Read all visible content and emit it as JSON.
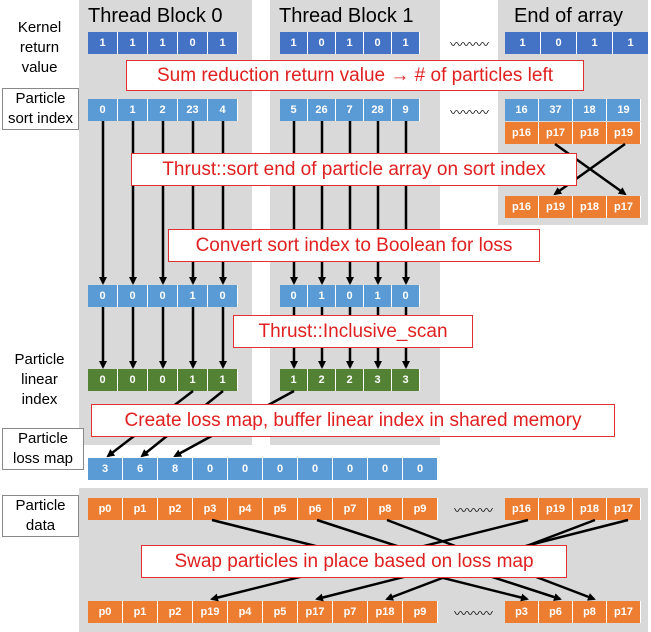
{
  "headers": {
    "block0": "Thread Block 0",
    "block1": "Thread Block 1",
    "end": "End of array"
  },
  "labels": {
    "kernel_return": "Kernel\nreturn\nvalue",
    "particle_sort_index": "Particle\nsort index",
    "particle_linear_index": "Particle\nlinear\nindex",
    "particle_loss_map": "Particle\nloss map",
    "particle_data": "Particle\ndata"
  },
  "notes": {
    "sum_reduction": "Sum reduction return value → # of particles left",
    "thrust_sort": "Thrust::sort end of particle array on sort index",
    "convert": "Convert sort index to Boolean for loss",
    "scan": "Thrust::Inclusive_scan",
    "loss_map": "Create loss map, buffer linear index in shared memory",
    "swap": "Swap particles in place based on loss map"
  },
  "rows": {
    "kernel_b0": [
      "1",
      "1",
      "1",
      "0",
      "1"
    ],
    "kernel_b1": [
      "1",
      "0",
      "1",
      "0",
      "1"
    ],
    "kernel_end": [
      "1",
      "0",
      "1",
      "1"
    ],
    "sort_b0": [
      "0",
      "1",
      "2",
      "23",
      "4"
    ],
    "sort_b1": [
      "5",
      "26",
      "7",
      "28",
      "9"
    ],
    "sort_end": [
      "16",
      "37",
      "18",
      "19"
    ],
    "sort_end_particles": [
      "p16",
      "p17",
      "p18",
      "p19"
    ],
    "sorted_end_particles": [
      "p16",
      "p19",
      "p18",
      "p17"
    ],
    "bool_b0": [
      "0",
      "0",
      "0",
      "1",
      "0"
    ],
    "bool_b1": [
      "0",
      "1",
      "0",
      "1",
      "0"
    ],
    "linear_b0": [
      "0",
      "0",
      "0",
      "1",
      "1"
    ],
    "linear_b1": [
      "1",
      "2",
      "2",
      "3",
      "3"
    ],
    "loss_map": [
      "3",
      "6",
      "8",
      "0",
      "0",
      "0",
      "0",
      "0",
      "0",
      "0"
    ],
    "data_main": [
      "p0",
      "p1",
      "p2",
      "p3",
      "p4",
      "p5",
      "p6",
      "p7",
      "p8",
      "p9"
    ],
    "data_end": [
      "p16",
      "p19",
      "p18",
      "p17"
    ],
    "result_main": [
      "p0",
      "p1",
      "p2",
      "p19",
      "p4",
      "p5",
      "p17",
      "p7",
      "p18",
      "p9"
    ],
    "result_end": [
      "p3",
      "p6",
      "p8",
      "p17"
    ]
  },
  "zigzag": "〰〰〰",
  "colors": {
    "blue": "#4472c4",
    "light_blue": "#5b9bd5",
    "green": "#548235",
    "orange": "#ed7d31",
    "note_red": "#e02020",
    "panel": "#d9d9d9"
  }
}
